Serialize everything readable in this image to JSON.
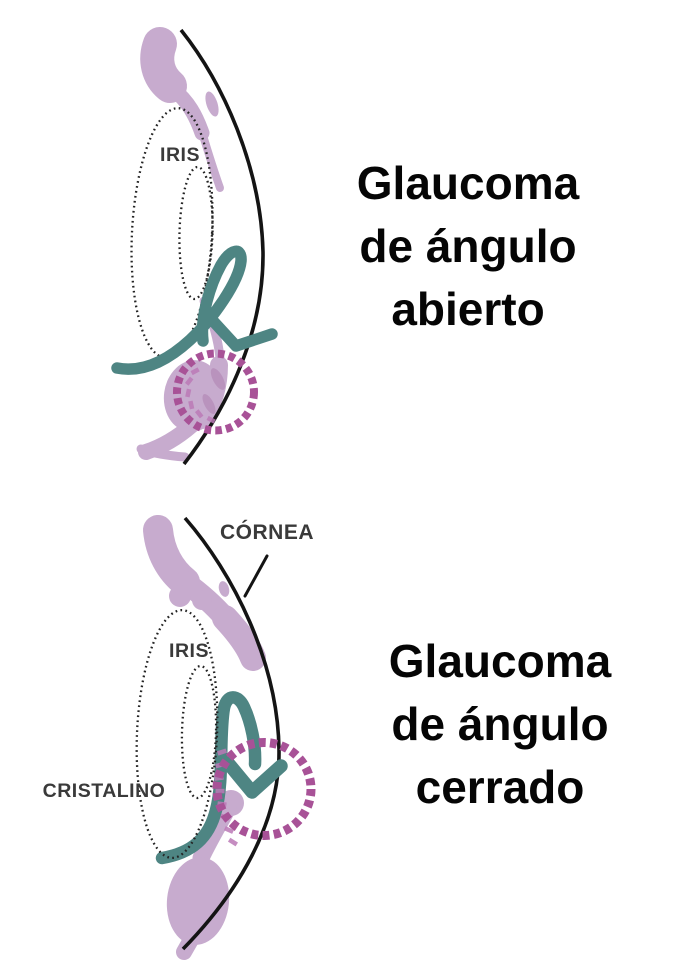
{
  "top_panel": {
    "title": "Glaucoma de ángulo abierto",
    "title_line1": "Glaucoma",
    "title_line2": "de ángulo",
    "title_line3": "abierto",
    "label_iris": "IRIS"
  },
  "bottom_panel": {
    "title": "Glaucoma de ángulo cerrado",
    "title_line1": "Glaucoma",
    "title_line2": "de ángulo",
    "title_line3": "cerrado",
    "label_cornea": "CÓRNEA",
    "label_iris": "IRIS",
    "label_cristalino": "CRISTALINO"
  },
  "colors": {
    "flow_arrow_teal": "#4e8583",
    "tissue_purple": "#c7abce",
    "trabecular_purple": "#b993bd",
    "angle_ring_magenta": "#a85297",
    "outline_black": "#141414",
    "label_gray": "#3a3a3a",
    "title_black": "#050505",
    "background": "#ffffff"
  }
}
